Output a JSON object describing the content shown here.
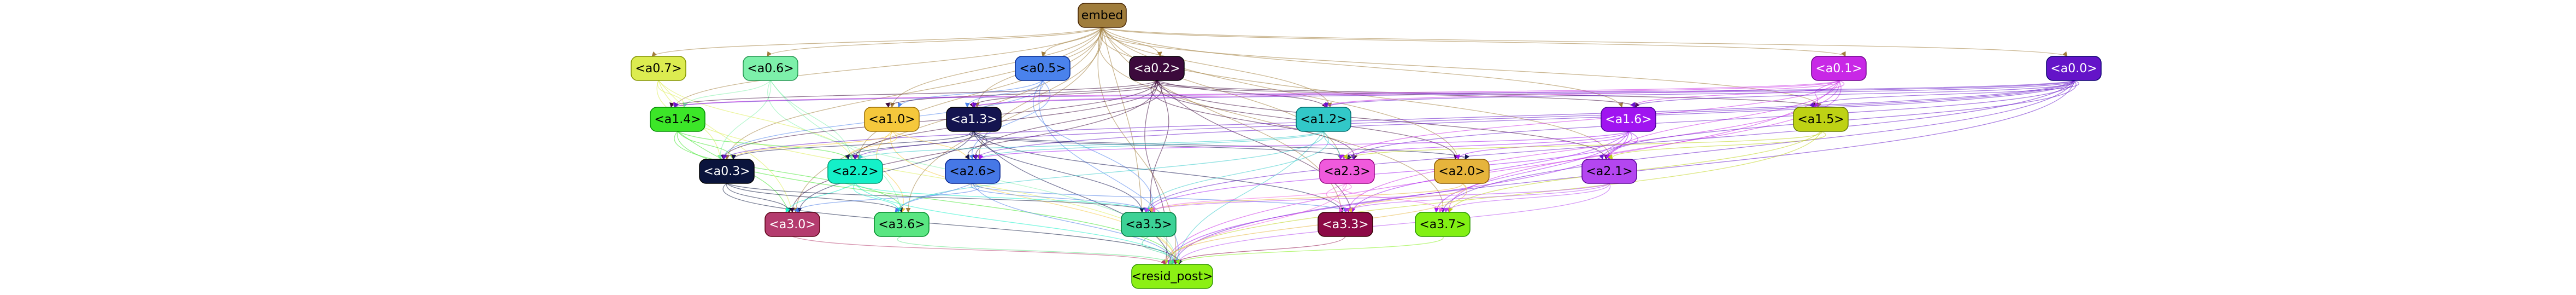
{
  "nodes": [
    {
      "id": "embed",
      "label": "embed",
      "fill": "#a07d3c"
    },
    {
      "id": "a0_7",
      "label": "<a0.7>",
      "fill": "#dcec50"
    },
    {
      "id": "a0_6",
      "label": "<a0.6>",
      "fill": "#7df0aa"
    },
    {
      "id": "a0_5",
      "label": "<a0.5>",
      "fill": "#4a82ec"
    },
    {
      "id": "a0_2",
      "label": "<a0.2>",
      "fill": "#3c0a3c"
    },
    {
      "id": "a0_1",
      "label": "<a0.1>",
      "fill": "#c828e6"
    },
    {
      "id": "a0_0",
      "label": "<a0.0>",
      "fill": "#6414c8"
    },
    {
      "id": "a1_4",
      "label": "<a1.4>",
      "fill": "#3ce628"
    },
    {
      "id": "a1_0",
      "label": "<a1.0>",
      "fill": "#f5c83c"
    },
    {
      "id": "a1_3",
      "label": "<a1.3>",
      "fill": "#141450"
    },
    {
      "id": "a1_2",
      "label": "<a1.2>",
      "fill": "#32c8c8"
    },
    {
      "id": "a1_6",
      "label": "<a1.6>",
      "fill": "#a014f0"
    },
    {
      "id": "a1_5",
      "label": "<a1.5>",
      "fill": "#bed214"
    },
    {
      "id": "a0_3",
      "label": "<a0.3>",
      "fill": "#0a143c"
    },
    {
      "id": "a2_2",
      "label": "<a2.2>",
      "fill": "#14f0c8"
    },
    {
      "id": "a2_6",
      "label": "<a2.6>",
      "fill": "#4678e6"
    },
    {
      "id": "a2_3",
      "label": "<a2.3>",
      "fill": "#f05adc"
    },
    {
      "id": "a2_0",
      "label": "<a2.0>",
      "fill": "#e6b43c"
    },
    {
      "id": "a2_1",
      "label": "<a2.1>",
      "fill": "#b446f0"
    },
    {
      "id": "a3_0",
      "label": "<a3.0>",
      "fill": "#b43c6e"
    },
    {
      "id": "a3_6",
      "label": "<a3.6>",
      "fill": "#5ae682"
    },
    {
      "id": "a3_5",
      "label": "<a3.5>",
      "fill": "#3cd296"
    },
    {
      "id": "a3_3",
      "label": "<a3.3>",
      "fill": "#8c0a46"
    },
    {
      "id": "a3_7",
      "label": "<a3.7>",
      "fill": "#82f014"
    },
    {
      "id": "resid_post",
      "label": "<resid_post>",
      "fill": "#8cf014"
    }
  ],
  "edges": [
    [
      "embed",
      "a0_7"
    ],
    [
      "embed",
      "a0_6"
    ],
    [
      "embed",
      "a0_5"
    ],
    [
      "embed",
      "a0_2"
    ],
    [
      "embed",
      "a0_1"
    ],
    [
      "embed",
      "a0_0"
    ],
    [
      "embed",
      "a1_4"
    ],
    [
      "embed",
      "a1_0"
    ],
    [
      "embed",
      "a1_3"
    ],
    [
      "embed",
      "a1_2"
    ],
    [
      "embed",
      "a1_6"
    ],
    [
      "embed",
      "a1_5"
    ],
    [
      "embed",
      "a0_3"
    ],
    [
      "embed",
      "a2_2"
    ],
    [
      "embed",
      "a2_6"
    ],
    [
      "embed",
      "a2_3"
    ],
    [
      "embed",
      "a2_0"
    ],
    [
      "embed",
      "a2_1"
    ],
    [
      "embed",
      "a3_0"
    ],
    [
      "embed",
      "a3_6"
    ],
    [
      "embed",
      "a3_5"
    ],
    [
      "embed",
      "a3_3"
    ],
    [
      "embed",
      "a3_7"
    ],
    [
      "embed",
      "resid_post"
    ],
    [
      "a0_7",
      "a1_4"
    ],
    [
      "a0_7",
      "a0_3"
    ],
    [
      "a0_7",
      "a2_2"
    ],
    [
      "a0_7",
      "a3_0"
    ],
    [
      "a0_7",
      "resid_post"
    ],
    [
      "a0_6",
      "a1_4"
    ],
    [
      "a0_6",
      "a0_3"
    ],
    [
      "a0_6",
      "a2_2"
    ],
    [
      "a0_6",
      "a3_6"
    ],
    [
      "a0_6",
      "resid_post"
    ],
    [
      "a0_5",
      "a1_0"
    ],
    [
      "a0_5",
      "a1_3"
    ],
    [
      "a0_5",
      "a0_3"
    ],
    [
      "a0_5",
      "a2_6"
    ],
    [
      "a0_5",
      "a3_5"
    ],
    [
      "a0_5",
      "resid_post"
    ],
    [
      "a0_2",
      "a1_4"
    ],
    [
      "a0_2",
      "a1_0"
    ],
    [
      "a0_2",
      "a1_3"
    ],
    [
      "a0_2",
      "a1_2"
    ],
    [
      "a0_2",
      "a1_6"
    ],
    [
      "a0_2",
      "a1_5"
    ],
    [
      "a0_2",
      "a0_3"
    ],
    [
      "a0_2",
      "a2_2"
    ],
    [
      "a0_2",
      "a2_6"
    ],
    [
      "a0_2",
      "a2_3"
    ],
    [
      "a0_2",
      "a2_0"
    ],
    [
      "a0_2",
      "a2_1"
    ],
    [
      "a0_2",
      "a3_0"
    ],
    [
      "a0_2",
      "a3_5"
    ],
    [
      "a0_2",
      "a3_3"
    ],
    [
      "a0_2",
      "resid_post"
    ],
    [
      "a0_1",
      "a1_4"
    ],
    [
      "a0_1",
      "a1_3"
    ],
    [
      "a0_1",
      "a1_2"
    ],
    [
      "a0_1",
      "a1_6"
    ],
    [
      "a0_1",
      "a1_5"
    ],
    [
      "a0_1",
      "a2_3"
    ],
    [
      "a0_1",
      "a2_1"
    ],
    [
      "a0_1",
      "a3_3"
    ],
    [
      "a0_1",
      "a3_7"
    ],
    [
      "a0_1",
      "resid_post"
    ],
    [
      "a0_0",
      "a1_4"
    ],
    [
      "a0_0",
      "a1_3"
    ],
    [
      "a0_0",
      "a1_2"
    ],
    [
      "a0_0",
      "a1_6"
    ],
    [
      "a0_0",
      "a1_5"
    ],
    [
      "a0_0",
      "a0_3"
    ],
    [
      "a0_0",
      "a2_2"
    ],
    [
      "a0_0",
      "a2_6"
    ],
    [
      "a0_0",
      "a2_3"
    ],
    [
      "a0_0",
      "a2_1"
    ],
    [
      "a0_0",
      "a3_5"
    ],
    [
      "a0_0",
      "a3_7"
    ],
    [
      "a0_0",
      "resid_post"
    ],
    [
      "a1_4",
      "a0_3"
    ],
    [
      "a1_4",
      "a2_2"
    ],
    [
      "a1_4",
      "a3_0"
    ],
    [
      "a1_4",
      "a3_6"
    ],
    [
      "a1_4",
      "resid_post"
    ],
    [
      "a1_0",
      "a0_3"
    ],
    [
      "a1_0",
      "a2_2"
    ],
    [
      "a1_0",
      "a2_6"
    ],
    [
      "a1_0",
      "a3_6"
    ],
    [
      "a1_0",
      "resid_post"
    ],
    [
      "a1_3",
      "a0_3"
    ],
    [
      "a1_3",
      "a2_2"
    ],
    [
      "a1_3",
      "a2_6"
    ],
    [
      "a1_3",
      "a2_3"
    ],
    [
      "a1_3",
      "a2_0"
    ],
    [
      "a1_3",
      "a3_0"
    ],
    [
      "a1_3",
      "a3_5"
    ],
    [
      "a1_3",
      "a3_3"
    ],
    [
      "a1_3",
      "resid_post"
    ],
    [
      "a1_2",
      "a2_2"
    ],
    [
      "a1_2",
      "a2_6"
    ],
    [
      "a1_2",
      "a2_3"
    ],
    [
      "a1_2",
      "a3_6"
    ],
    [
      "a1_2",
      "a3_5"
    ],
    [
      "a1_2",
      "resid_post"
    ],
    [
      "a1_6",
      "a2_6"
    ],
    [
      "a1_6",
      "a2_3"
    ],
    [
      "a1_6",
      "a2_0"
    ],
    [
      "a1_6",
      "a2_1"
    ],
    [
      "a1_6",
      "a3_5"
    ],
    [
      "a1_6",
      "a3_3"
    ],
    [
      "a1_6",
      "a3_7"
    ],
    [
      "a1_6",
      "resid_post"
    ],
    [
      "a1_5",
      "a2_3"
    ],
    [
      "a1_5",
      "a2_1"
    ],
    [
      "a1_5",
      "a3_7"
    ],
    [
      "a1_5",
      "resid_post"
    ],
    [
      "a0_3",
      "a3_0"
    ],
    [
      "a0_3",
      "a3_6"
    ],
    [
      "a0_3",
      "a3_5"
    ],
    [
      "a0_3",
      "resid_post"
    ],
    [
      "a2_2",
      "a3_0"
    ],
    [
      "a2_2",
      "a3_6"
    ],
    [
      "a2_2",
      "a3_5"
    ],
    [
      "a2_2",
      "resid_post"
    ],
    [
      "a2_6",
      "a3_0"
    ],
    [
      "a2_6",
      "a3_6"
    ],
    [
      "a2_6",
      "a3_5"
    ],
    [
      "a2_6",
      "a3_3"
    ],
    [
      "a2_6",
      "resid_post"
    ],
    [
      "a2_3",
      "a3_5"
    ],
    [
      "a2_3",
      "a3_3"
    ],
    [
      "a2_3",
      "a3_7"
    ],
    [
      "a2_3",
      "resid_post"
    ],
    [
      "a2_0",
      "a3_5"
    ],
    [
      "a2_0",
      "a3_3"
    ],
    [
      "a2_0",
      "resid_post"
    ],
    [
      "a2_1",
      "a3_5"
    ],
    [
      "a2_1",
      "a3_3"
    ],
    [
      "a2_1",
      "a3_7"
    ],
    [
      "a2_1",
      "resid_post"
    ],
    [
      "a3_0",
      "resid_post"
    ],
    [
      "a3_6",
      "resid_post"
    ],
    [
      "a3_5",
      "resid_post"
    ],
    [
      "a3_3",
      "resid_post"
    ],
    [
      "a3_7",
      "resid_post"
    ]
  ]
}
